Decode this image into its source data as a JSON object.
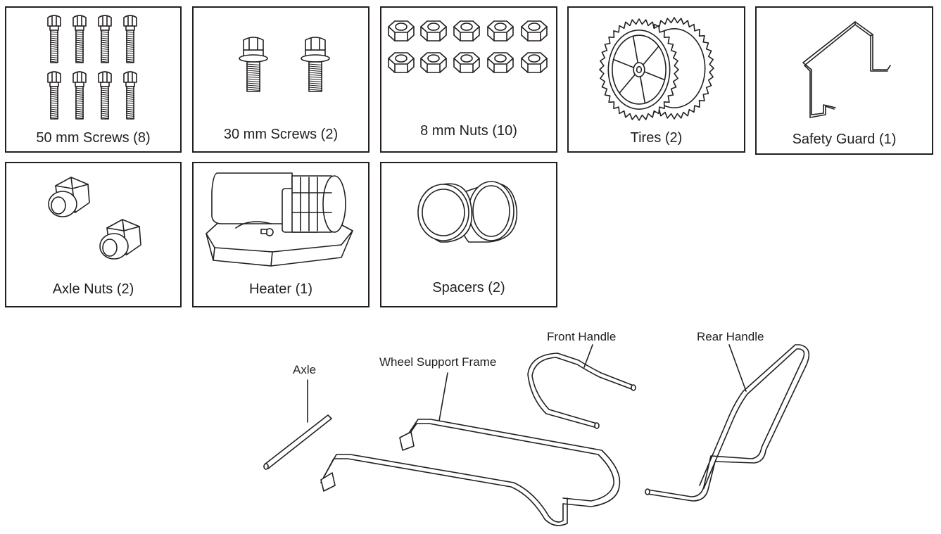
{
  "parts": [
    {
      "id": "screws-50",
      "label": "50 mm Screws (8)"
    },
    {
      "id": "screws-30",
      "label": "30 mm Screws (2)"
    },
    {
      "id": "nuts-8",
      "label": "8 mm Nuts (10)"
    },
    {
      "id": "tires",
      "label": "Tires (2)"
    },
    {
      "id": "safety-guard",
      "label": "Safety Guard (1)"
    },
    {
      "id": "axle-nuts",
      "label": "Axle Nuts (2)"
    },
    {
      "id": "heater",
      "label": "Heater (1)"
    },
    {
      "id": "spacers",
      "label": "Spacers (2)"
    }
  ],
  "callouts": {
    "axle": "Axle",
    "wheel_support_frame": "Wheel Support Frame",
    "front_handle": "Front Handle",
    "rear_handle": "Rear Handle"
  },
  "icons": [
    "screw-icon",
    "hex-nut-icon",
    "tire-icon",
    "safety-guard-icon",
    "axle-nut-icon",
    "heater-icon",
    "spacer-icon",
    "axle-icon",
    "frame-icon",
    "handle-icon"
  ]
}
